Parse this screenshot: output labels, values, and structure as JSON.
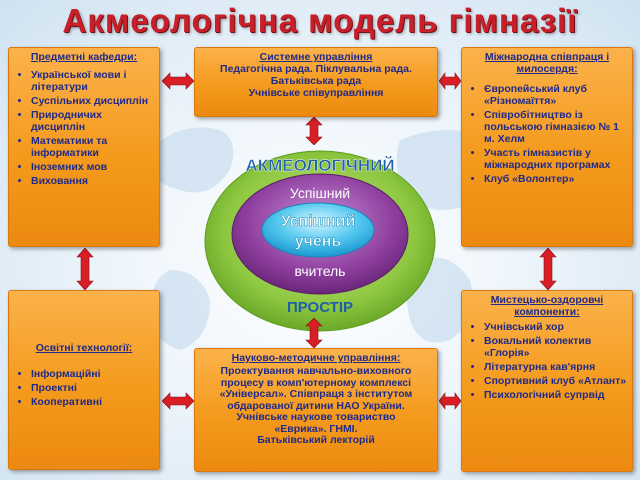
{
  "title": "Акмеологічна модель гімназії",
  "center": {
    "outer_top": "АКМЕОЛОГІЧНИЙ",
    "outer_bottom": "ПРОСТІР",
    "middle_top": "Успішний",
    "middle_bottom": "вчитель",
    "inner_line1": "Успішний",
    "inner_line2": "учень"
  },
  "boxes": {
    "left_top": {
      "heading": "Предметні кафедри:",
      "items": [
        "Української мови і літератури",
        "Суспільних дисциплін",
        "Природничих дисциплін",
        "Математики та інформатики",
        "Іноземних мов",
        "Виховання"
      ]
    },
    "center_top": {
      "heading": "Системне управління",
      "line1": "Педагогічна рада. Піклувальна рада.",
      "line2": "Батьківська рада",
      "line3": "Учнівське співуправління"
    },
    "right_top": {
      "heading_line1": "Міжнародна співпраця і",
      "heading_line2": "милосердя:",
      "items": [
        "Європейський клуб «Різномаїття»",
        "Співробітництво із польською гімназією № 1 м. Хелм",
        "Участь гімназистів у міжнародних програмах",
        "Клуб «Волонтер»"
      ]
    },
    "left_bottom": {
      "heading": "Освітні технології:",
      "items": [
        "Інформаційні",
        "Проектні",
        "Кооперативні"
      ]
    },
    "center_bottom": {
      "heading": "Науково-методичне управління:",
      "lines": [
        "Проектування навчально-виховного",
        "процесу в комп'ютерному комплексі",
        "«Універсал». Співпраця з інститутом",
        "обдарованої дитини НАО України.",
        "Учнівське наукове товариство",
        "«Еврика». ГНМІ.",
        "Батьківський лекторій"
      ]
    },
    "right_bottom": {
      "heading_line1": "Мистецько-оздоровчі",
      "heading_line2": "компоненти:",
      "items": [
        "Учнівський хор",
        "Вокальний колектив «Глорія»",
        "Літературна кав'ярня",
        "Спортивний клуб «Атлант»",
        "Психологічний супрвід"
      ]
    }
  },
  "colors": {
    "title": "#c8202a",
    "box": "#f49a1c",
    "box_text": "#1f2a8a",
    "outer_ellipse": "#8cc63e",
    "middle_ellipse": "#8e3f9e",
    "inner_ellipse": "#2ab3e6",
    "arrow": "#d81f26"
  }
}
